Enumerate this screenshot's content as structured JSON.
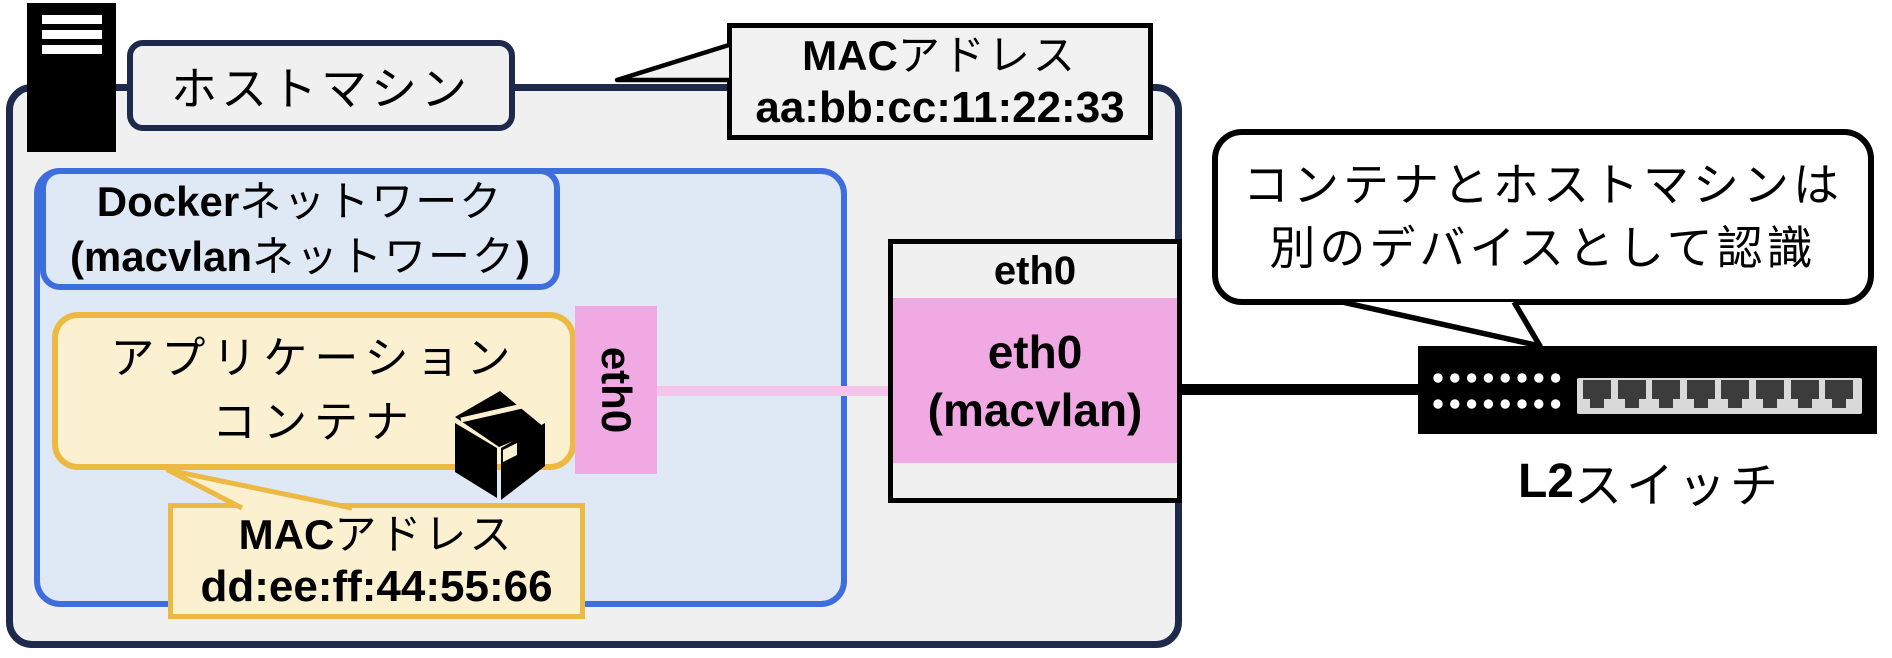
{
  "host": {
    "label": "ホストマシン"
  },
  "host_mac_callout": {
    "title_en": "MAC",
    "title_jp": "アドレス",
    "value": "aa:bb:cc:11:22:33"
  },
  "docker_network": {
    "line1_en": "Docker",
    "line1_jp": "ネットワーク",
    "line2_en": "(macvlan",
    "line2_jp": "ネットワーク",
    "line2_close": ")"
  },
  "app_container": {
    "line1": "アプリケーション",
    "line2": "コンテナ",
    "eth_label": "eth0"
  },
  "container_mac_callout": {
    "title_en": "MAC",
    "title_jp": "アドレス",
    "value": "dd:ee:ff:44:55:66"
  },
  "host_nic": {
    "port_label": "eth0",
    "iface_line1": "eth0",
    "iface_line2": "(macvlan)"
  },
  "annotation_bubble": {
    "line1": "コンテナとホストマシンは",
    "line2": "別のデバイスとして認識"
  },
  "l2_switch": {
    "label_en": "L2",
    "label_jp": "スイッチ"
  },
  "icons": {
    "server": "server-icon",
    "package": "package-icon",
    "switch": "l2-switch-icon"
  },
  "colors": {
    "navy_border": "#1e2a4c",
    "blue_border": "#3e6dde",
    "light_blue_fill": "#dfe9f5",
    "gold_border": "#ecba42",
    "cream_fill": "#fbf1d0",
    "pink_fill": "#f0a9e2",
    "pink_link": "#f6c3ea",
    "gray_fill": "#f0f0f1",
    "black": "#000000",
    "white": "#ffffff"
  }
}
